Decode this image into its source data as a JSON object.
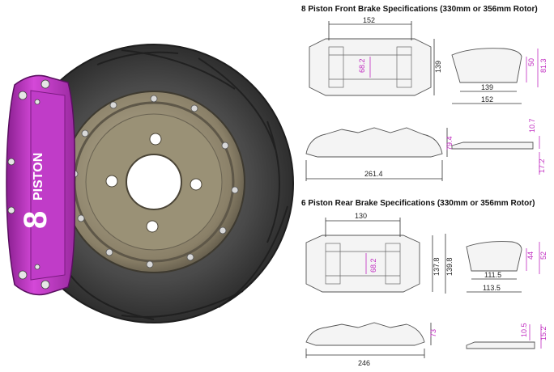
{
  "front": {
    "title": "8 Piston Front Brake Specifications (330mm or 356mm Rotor)",
    "dims": {
      "top_width": "152",
      "pad_height": "68.2",
      "body_height": "139",
      "pad_width": "139",
      "pad_overall": "152",
      "pad_h1": "50",
      "pad_h2": "81.3",
      "side_height": "79.4",
      "side_length": "261.4",
      "side_t1": "10.7",
      "side_t2": "17.2"
    }
  },
  "rear": {
    "title": "6 Piston Rear Brake Specifications (330mm or 356mm Rotor)",
    "dims": {
      "top_width": "130",
      "pad_height": "68.2",
      "body_h1": "137.8",
      "body_h2": "139.8",
      "pad_h1": "44",
      "pad_h2": "52",
      "pad_width": "111.5",
      "pad_overall": "113.5",
      "side_height": "73",
      "side_length": "246",
      "side_t1": "10.5",
      "side_t2": "15.2"
    }
  },
  "caliper_logo": {
    "text": "PISTON",
    "number": "8"
  },
  "colors": {
    "caliper": "#c23ac8",
    "rotor": "#3a3a3a",
    "hat": "#8a8068",
    "dim_accent": "#c02ac0"
  }
}
